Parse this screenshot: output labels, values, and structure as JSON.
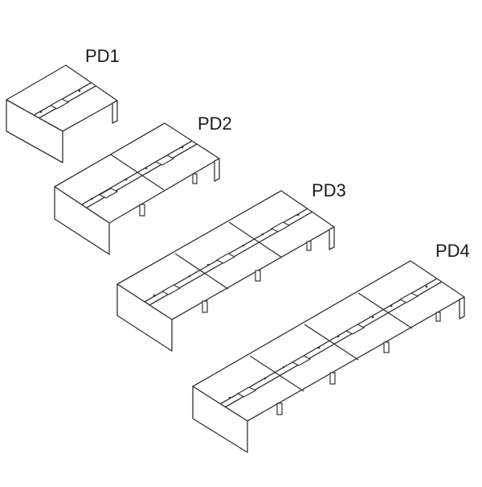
{
  "desks": [
    {
      "label": "PD1"
    },
    {
      "label": "PD2"
    },
    {
      "label": "PD3"
    },
    {
      "label": "PD4"
    }
  ]
}
